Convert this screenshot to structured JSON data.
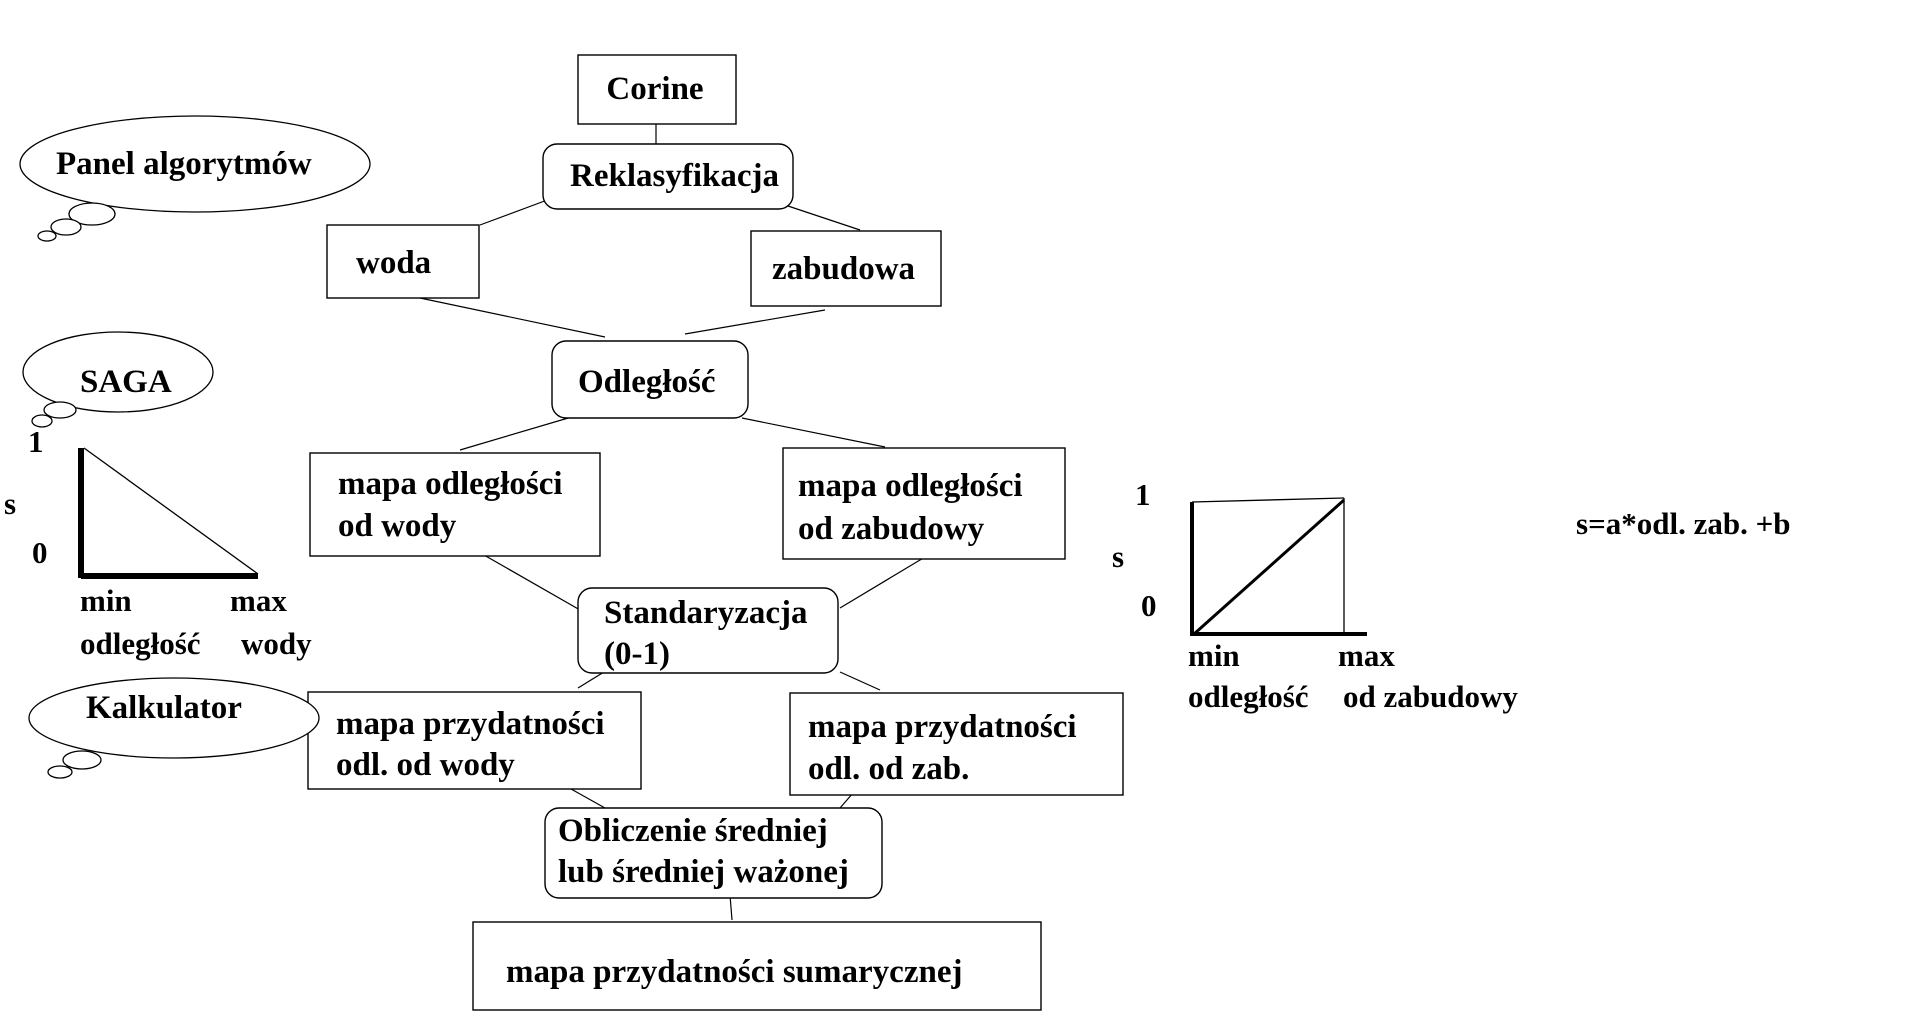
{
  "nodes": {
    "corine": "Corine",
    "reklasyfikacja": "Reklasyfikacja",
    "woda": "woda",
    "zabudowa": "zabudowa",
    "odleglosc": "Odległość",
    "mapa_wody_1": "mapa odległości",
    "mapa_wody_2": "od wody",
    "mapa_zab_1": "mapa odległości",
    "mapa_zab_2": "od zabudowy",
    "standaryzacja_1": "Standaryzacja",
    "standaryzacja_2": "(0-1)",
    "przyd_wody_1": "mapa przydatności",
    "przyd_wody_2": "odl. od wody",
    "przyd_zab_1": "mapa przydatności",
    "przyd_zab_2": "odl. od zab.",
    "srednia_1": "Obliczenie średniej",
    "srednia_2": "lub średniej ważonej",
    "sumaryczna": "mapa przydatności sumarycznej"
  },
  "clouds": {
    "panel": "Panel algorytmów",
    "saga": "SAGA",
    "kalkulator": "Kalkulator"
  },
  "graph_left": {
    "y_top": "1",
    "y_label": "s",
    "y_bottom": "0",
    "x_min": "min",
    "x_max": "max",
    "x_label_1": "odległość",
    "x_label_2": "wody",
    "trend": "decreasing"
  },
  "graph_right": {
    "y_top": "1",
    "y_label": "s",
    "y_bottom": "0",
    "x_min": "min",
    "x_max": "max",
    "x_label_1": "odległość",
    "x_label_2": "od zabudowy",
    "trend": "increasing"
  },
  "formula": "s=a*odl. zab. +b"
}
